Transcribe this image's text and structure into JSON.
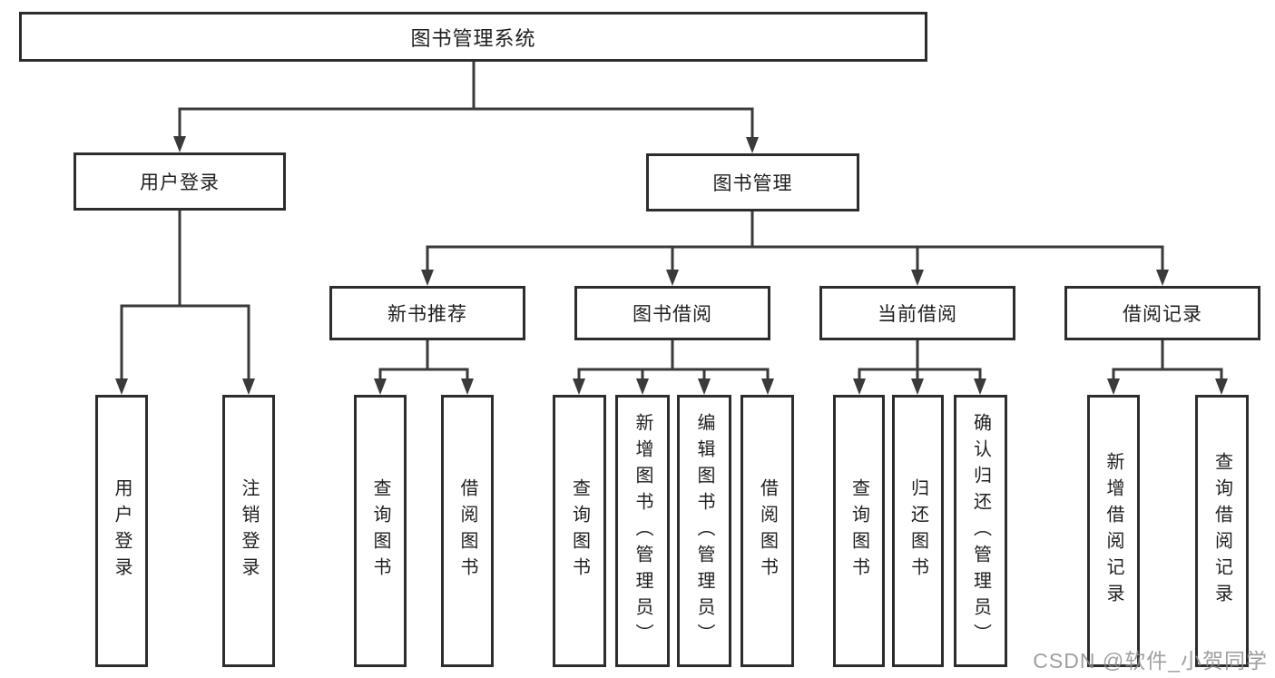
{
  "colors": {
    "line": "#3a3a3a",
    "border": "#2d2d2d",
    "text": "#1f1f1f",
    "watermark": "#8f8f8f",
    "background": "#ffffff"
  },
  "watermark": {
    "text": "CSDN @软件_小贺同学"
  },
  "tree": {
    "root": "图书管理系统",
    "branches": [
      {
        "label": "用户登录",
        "children": [
          {
            "label": "用户登录"
          },
          {
            "label": "注销登录"
          }
        ]
      },
      {
        "label": "图书管理",
        "children": [
          {
            "label": "新书推荐",
            "children": [
              {
                "label": "查询图书"
              },
              {
                "label": "借阅图书"
              }
            ]
          },
          {
            "label": "图书借阅",
            "children": [
              {
                "label": "查询图书"
              },
              {
                "label": "新增图书（管理员）"
              },
              {
                "label": "编辑图书（管理员）"
              },
              {
                "label": "借阅图书"
              }
            ]
          },
          {
            "label": "当前借阅",
            "children": [
              {
                "label": "查询图书"
              },
              {
                "label": "归还图书"
              },
              {
                "label": "确认归还（管理员）"
              }
            ]
          },
          {
            "label": "借阅记录",
            "children": [
              {
                "label": "新增借阅记录"
              },
              {
                "label": "查询借阅记录"
              }
            ]
          }
        ]
      }
    ]
  }
}
